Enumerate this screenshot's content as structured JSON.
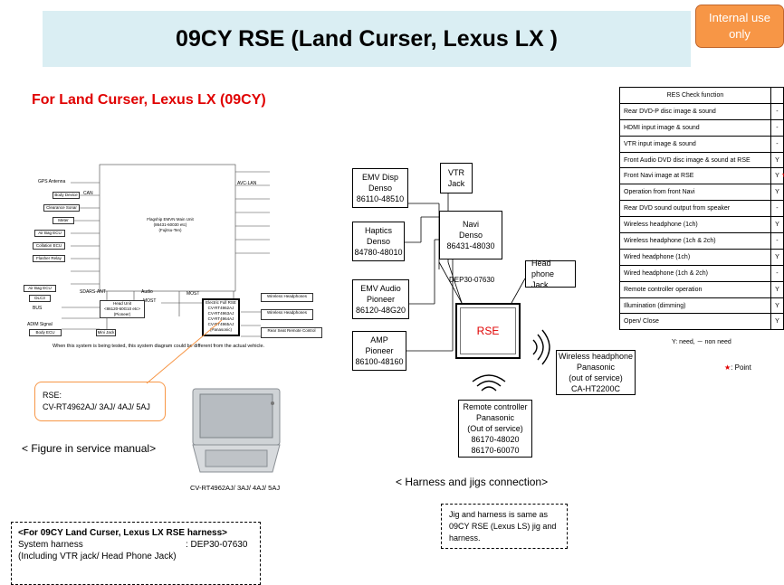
{
  "title": "09CY RSE (Land Curser, Lexus LX )",
  "badge": "Internal use only",
  "subtitle": "For Land Curser, Lexus LX (09CY)",
  "service_manual": {
    "main_unit": "Flagship EMVN Main Unit\n(86431-60030 etc)\n(Fujitsu-Ten)",
    "left_labels": [
      "GPS Antenna",
      "Body Device",
      "Clearance Sonar",
      "Meter",
      "Air Bag ECU",
      "Collation ECU",
      "Flasher Relay",
      "Air Bag ECU",
      "DLC3",
      "BUS",
      "ADIM Signal",
      "Body ECU"
    ],
    "head_unit": "Head Unit\n<86120-60G10 etc>\n(Pioneer)",
    "rse_unit": "Electric Full RSE\nCV-RT4962AJ\nCV-RT4963AJ\nCV-RT4964AJ\nCV-RT4965AJ\n(Panasonic)",
    "right_labels": [
      "Wireless Headphones",
      "Wireless Headphones",
      "Rear Seat Remote Control"
    ],
    "mini_jack": "Mini Jack",
    "note": "When this system is being tested, this system diagram could be different from the actual vehicle.",
    "bus_labels": [
      "CAN",
      "AVC-LAN",
      "MOST",
      "MOST",
      "Audio",
      "SDARS-ANT"
    ]
  },
  "callout": {
    "line1": "RSE:",
    "line2": "CV-RT4962AJ/ 3AJ/ 4AJ/ 5AJ"
  },
  "manual_caption": "< Figure in service manual>",
  "photo_caption": "CV-RT4962AJ/ 3AJ/ 4AJ/ 5AJ",
  "harness": {
    "emv_disp": "EMV Disp\nDenso\n86110-48510",
    "vtr_jack": "VTR\nJack",
    "haptics": "Haptics\nDenso\n84780-48010",
    "navi": "Navi\nDenso\n86431-48030",
    "emv_audio": "EMV Audio\nPioneer\n86120-48G20",
    "dep": "DEP30-07630",
    "headphone_jack": "Head phone\nJack",
    "amp": "AMP\nPioneer\n86100-48160",
    "rse": "RSE",
    "wireless": "Wireless headphone\nPanasonic\n(out of service)\nCA-HT2200C",
    "remote": "Remote controller\nPanasonic\n(Out of service)\n86170-48020\n86170-60070",
    "caption": "< Harness and  jigs connection>"
  },
  "check_table": {
    "header": "RES  Check function",
    "rows": [
      {
        "f": "Rear DVD-P disc image & sound",
        "v": "-"
      },
      {
        "f": "HDMI input image & sound",
        "v": "-"
      },
      {
        "f": "VTR input image & sound",
        "v": "-"
      },
      {
        "f": "Front Audio DVD disc image & sound at RSE",
        "v": "Y"
      },
      {
        "f": "Front Navi image at RSE",
        "v": "Y"
      },
      {
        "f": "Operation from front Navi",
        "v": "Y"
      },
      {
        "f": "Rear DVD sound output from speaker",
        "v": "-"
      },
      {
        "f": "Wireless headphone  (1ch)",
        "v": "Y"
      },
      {
        "f": "Wireless headphone (1ch & 2ch)",
        "v": "-"
      },
      {
        "f": "Wired headphone (1ch)",
        "v": "Y"
      },
      {
        "f": "Wired headphone (1ch & 2ch)",
        "v": "-"
      },
      {
        "f": "Remote controller operation",
        "v": "Y"
      },
      {
        "f": "Illumination (dimming)",
        "v": "Y"
      },
      {
        "f": "Open/ Close",
        "v": "Y"
      }
    ],
    "legend": "Y: need, － non need",
    "point": ": Point",
    "star_color": "#e00000"
  },
  "note_box": {
    "line1": "<For 09CY Land Curser, Lexus LX  RSE harness>",
    "line2_label": "System harness",
    "line2_value": ": DEP30-07630",
    "line3": "(Including VTR jack/ Head Phone Jack)"
  },
  "jig_note": "Jig and harness is same as 09CY RSE (Lexus LS) jig and harness.",
  "colors": {
    "title_bg": "#daeef3",
    "badge_bg": "#f79646",
    "subtitle": "#e00000",
    "rse_text": "#e00000"
  }
}
